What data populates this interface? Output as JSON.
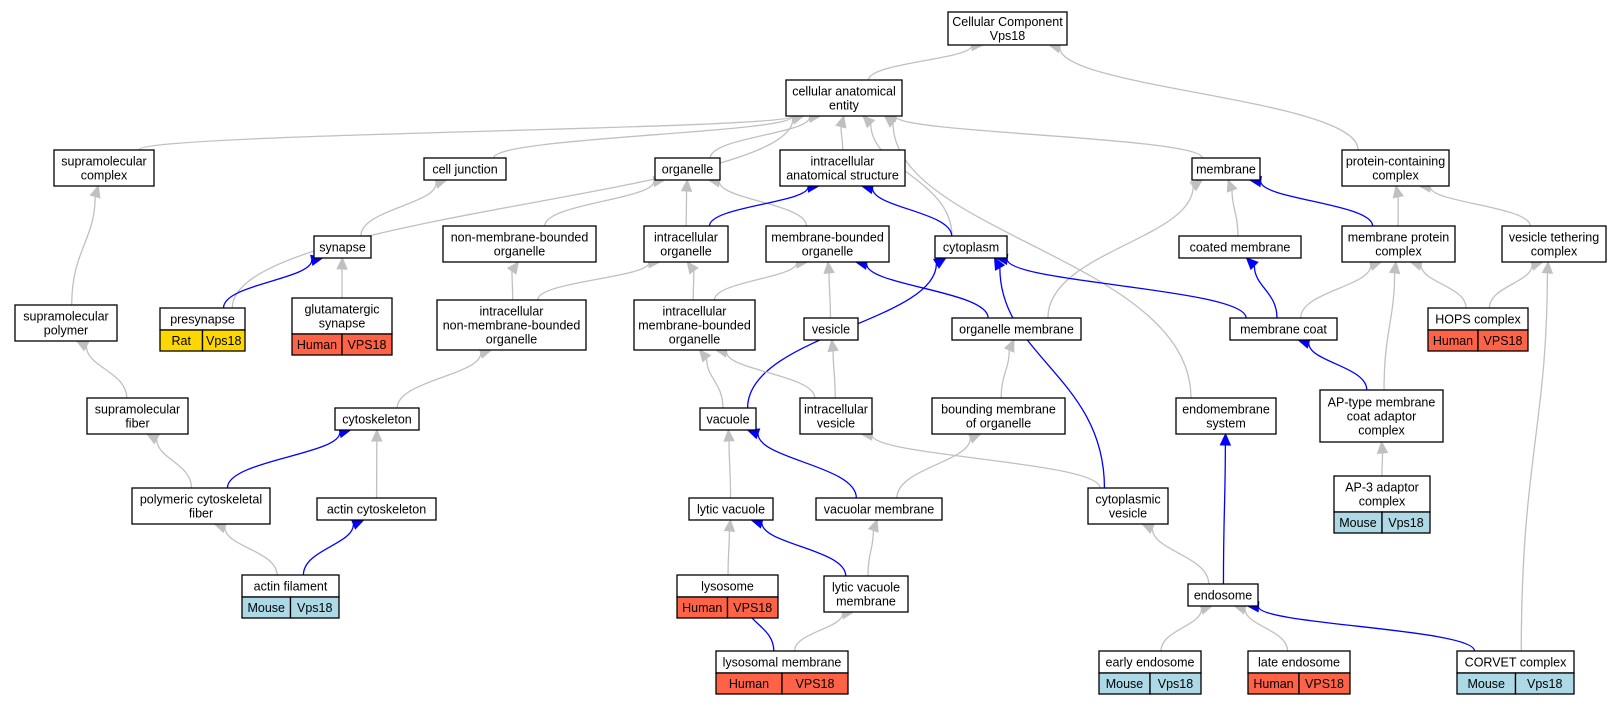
{
  "colors": {
    "is_a_edge": "#c0c0c0",
    "part_of_edge": "#0000ff",
    "rat": "#ffd700",
    "human": "#ff6347",
    "mouse": "#add8e6"
  },
  "nodes": {
    "root": {
      "lines": [
        "Cellular Component",
        "Vps18"
      ]
    },
    "cae": {
      "lines": [
        "cellular anatomical",
        "entity"
      ]
    },
    "supcx": {
      "lines": [
        "supramolecular",
        "complex"
      ]
    },
    "celljunc": {
      "lines": [
        "cell junction"
      ]
    },
    "organelle": {
      "lines": [
        "organelle"
      ]
    },
    "ias": {
      "lines": [
        "intracellular",
        "anatomical structure"
      ]
    },
    "membrane": {
      "lines": [
        "membrane"
      ]
    },
    "pcc": {
      "lines": [
        "protein-containing",
        "complex"
      ]
    },
    "synapse": {
      "lines": [
        "synapse"
      ]
    },
    "nmbo": {
      "lines": [
        "non-membrane-bounded",
        "organelle"
      ]
    },
    "intorg": {
      "lines": [
        "intracellular",
        "organelle"
      ]
    },
    "mbo": {
      "lines": [
        "membrane-bounded",
        "organelle"
      ]
    },
    "cytoplasm": {
      "lines": [
        "cytoplasm"
      ]
    },
    "coatedmem": {
      "lines": [
        "coated membrane"
      ]
    },
    "mpc": {
      "lines": [
        "membrane protein",
        "complex"
      ]
    },
    "vtc": {
      "lines": [
        "vesicle tethering",
        "complex"
      ]
    },
    "suppoly": {
      "lines": [
        "supramolecular",
        "polymer"
      ]
    },
    "presynapse": {
      "lines": [
        "presynapse"
      ],
      "species": [
        "Rat",
        "Vps18"
      ]
    },
    "glutsyn": {
      "lines": [
        "glutamatergic",
        "synapse"
      ],
      "species": [
        "Human",
        "VPS18"
      ]
    },
    "inmbo": {
      "lines": [
        "intracellular",
        "non-membrane-bounded",
        "organelle"
      ]
    },
    "imbo": {
      "lines": [
        "intracellular",
        "membrane-bounded",
        "organelle"
      ]
    },
    "vesicle": {
      "lines": [
        "vesicle"
      ]
    },
    "orgmem": {
      "lines": [
        "organelle membrane"
      ]
    },
    "memcoat": {
      "lines": [
        "membrane coat"
      ]
    },
    "hops": {
      "lines": [
        "HOPS complex"
      ],
      "species": [
        "Human",
        "VPS18"
      ]
    },
    "supfib": {
      "lines": [
        "supramolecular",
        "fiber"
      ]
    },
    "cytoskel": {
      "lines": [
        "cytoskeleton"
      ]
    },
    "vacuole": {
      "lines": [
        "vacuole"
      ]
    },
    "intves": {
      "lines": [
        "intracellular",
        "vesicle"
      ]
    },
    "bmo": {
      "lines": [
        "bounding membrane",
        "of organelle"
      ]
    },
    "endosys": {
      "lines": [
        "endomembrane",
        "system"
      ]
    },
    "aptype": {
      "lines": [
        "AP-type membrane",
        "coat adaptor",
        "complex"
      ]
    },
    "pcf": {
      "lines": [
        "polymeric cytoskeletal",
        "fiber"
      ]
    },
    "actincyto": {
      "lines": [
        "actin cytoskeleton"
      ]
    },
    "lytvac": {
      "lines": [
        "lytic vacuole"
      ]
    },
    "vacmem": {
      "lines": [
        "vacuolar membrane"
      ]
    },
    "cytoves": {
      "lines": [
        "cytoplasmic",
        "vesicle"
      ]
    },
    "ap3": {
      "lines": [
        "AP-3 adaptor",
        "complex"
      ],
      "species": [
        "Mouse",
        "Vps18"
      ]
    },
    "actinfil": {
      "lines": [
        "actin filament"
      ],
      "species": [
        "Mouse",
        "Vps18"
      ]
    },
    "lysosome": {
      "lines": [
        "lysosome"
      ],
      "species": [
        "Human",
        "VPS18"
      ]
    },
    "lvm": {
      "lines": [
        "lytic vacuole",
        "membrane"
      ]
    },
    "endosome": {
      "lines": [
        "endosome"
      ]
    },
    "lysmem": {
      "lines": [
        "lysosomal membrane"
      ],
      "species": [
        "Human",
        "VPS18"
      ]
    },
    "earlyendo": {
      "lines": [
        "early endosome"
      ],
      "species": [
        "Mouse",
        "Vps18"
      ]
    },
    "lateendo": {
      "lines": [
        "late endosome"
      ],
      "species": [
        "Human",
        "VPS18"
      ]
    },
    "corvet": {
      "lines": [
        "CORVET complex"
      ],
      "species": [
        "Mouse",
        "Vps18"
      ]
    }
  },
  "edges": [
    {
      "from": "cae",
      "to": "root",
      "type": "is_a"
    },
    {
      "from": "pcc",
      "to": "root",
      "type": "is_a"
    },
    {
      "from": "supcx",
      "to": "cae",
      "type": "is_a"
    },
    {
      "from": "celljunc",
      "to": "cae",
      "type": "is_a"
    },
    {
      "from": "organelle",
      "to": "cae",
      "type": "is_a"
    },
    {
      "from": "ias",
      "to": "cae",
      "type": "is_a"
    },
    {
      "from": "membrane",
      "to": "cae",
      "type": "is_a"
    },
    {
      "from": "presynapse",
      "to": "cae",
      "type": "is_a"
    },
    {
      "from": "cytoplasm",
      "to": "cae",
      "type": "is_a"
    },
    {
      "from": "endosys",
      "to": "cae",
      "type": "is_a"
    },
    {
      "from": "synapse",
      "to": "celljunc",
      "type": "is_a"
    },
    {
      "from": "nmbo",
      "to": "organelle",
      "type": "is_a"
    },
    {
      "from": "intorg",
      "to": "organelle",
      "type": "is_a"
    },
    {
      "from": "mbo",
      "to": "organelle",
      "type": "is_a"
    },
    {
      "from": "intorg",
      "to": "ias",
      "type": "part_of"
    },
    {
      "from": "cytoplasm",
      "to": "ias",
      "type": "part_of"
    },
    {
      "from": "coatedmem",
      "to": "membrane",
      "type": "is_a"
    },
    {
      "from": "orgmem",
      "to": "membrane",
      "type": "is_a"
    },
    {
      "from": "mpc",
      "to": "membrane",
      "type": "part_of"
    },
    {
      "from": "mpc",
      "to": "pcc",
      "type": "is_a"
    },
    {
      "from": "vtc",
      "to": "pcc",
      "type": "is_a"
    },
    {
      "from": "suppoly",
      "to": "supcx",
      "type": "is_a"
    },
    {
      "from": "presynapse",
      "to": "synapse",
      "type": "part_of"
    },
    {
      "from": "glutsyn",
      "to": "synapse",
      "type": "is_a"
    },
    {
      "from": "inmbo",
      "to": "nmbo",
      "type": "is_a"
    },
    {
      "from": "inmbo",
      "to": "intorg",
      "type": "is_a"
    },
    {
      "from": "imbo",
      "to": "intorg",
      "type": "is_a"
    },
    {
      "from": "imbo",
      "to": "mbo",
      "type": "is_a"
    },
    {
      "from": "vesicle",
      "to": "mbo",
      "type": "is_a"
    },
    {
      "from": "orgmem",
      "to": "mbo",
      "type": "part_of"
    },
    {
      "from": "vacuole",
      "to": "cytoplasm",
      "type": "part_of"
    },
    {
      "from": "cytoves",
      "to": "cytoplasm",
      "type": "part_of"
    },
    {
      "from": "memcoat",
      "to": "cytoplasm",
      "type": "part_of"
    },
    {
      "from": "memcoat",
      "to": "coatedmem",
      "type": "part_of"
    },
    {
      "from": "memcoat",
      "to": "mpc",
      "type": "is_a"
    },
    {
      "from": "aptype",
      "to": "mpc",
      "type": "is_a"
    },
    {
      "from": "hops",
      "to": "mpc",
      "type": "is_a"
    },
    {
      "from": "hops",
      "to": "vtc",
      "type": "is_a"
    },
    {
      "from": "corvet",
      "to": "vtc",
      "type": "is_a"
    },
    {
      "from": "supfib",
      "to": "suppoly",
      "type": "is_a"
    },
    {
      "from": "cytoskel",
      "to": "inmbo",
      "type": "is_a"
    },
    {
      "from": "vacuole",
      "to": "imbo",
      "type": "is_a"
    },
    {
      "from": "intves",
      "to": "imbo",
      "type": "is_a"
    },
    {
      "from": "intves",
      "to": "vesicle",
      "type": "is_a"
    },
    {
      "from": "bmo",
      "to": "orgmem",
      "type": "is_a"
    },
    {
      "from": "aptype",
      "to": "memcoat",
      "type": "part_of"
    },
    {
      "from": "pcf",
      "to": "supfib",
      "type": "is_a"
    },
    {
      "from": "pcf",
      "to": "cytoskel",
      "type": "part_of"
    },
    {
      "from": "actincyto",
      "to": "cytoskel",
      "type": "is_a"
    },
    {
      "from": "lytvac",
      "to": "vacuole",
      "type": "is_a"
    },
    {
      "from": "vacmem",
      "to": "vacuole",
      "type": "part_of"
    },
    {
      "from": "vacmem",
      "to": "bmo",
      "type": "is_a"
    },
    {
      "from": "cytoves",
      "to": "intves",
      "type": "is_a"
    },
    {
      "from": "ap3",
      "to": "aptype",
      "type": "is_a"
    },
    {
      "from": "actinfil",
      "to": "pcf",
      "type": "is_a"
    },
    {
      "from": "actinfil",
      "to": "actincyto",
      "type": "part_of"
    },
    {
      "from": "lysosome",
      "to": "lytvac",
      "type": "is_a"
    },
    {
      "from": "lvm",
      "to": "lytvac",
      "type": "part_of"
    },
    {
      "from": "lvm",
      "to": "vacmem",
      "type": "is_a"
    },
    {
      "from": "endosome",
      "to": "cytoves",
      "type": "is_a"
    },
    {
      "from": "endosome",
      "to": "endosys",
      "type": "part_of"
    },
    {
      "from": "lysmem",
      "to": "lysosome",
      "type": "part_of"
    },
    {
      "from": "lysmem",
      "to": "lvm",
      "type": "is_a"
    },
    {
      "from": "earlyendo",
      "to": "endosome",
      "type": "is_a"
    },
    {
      "from": "lateendo",
      "to": "endosome",
      "type": "is_a"
    },
    {
      "from": "corvet",
      "to": "endosome",
      "type": "part_of"
    }
  ]
}
